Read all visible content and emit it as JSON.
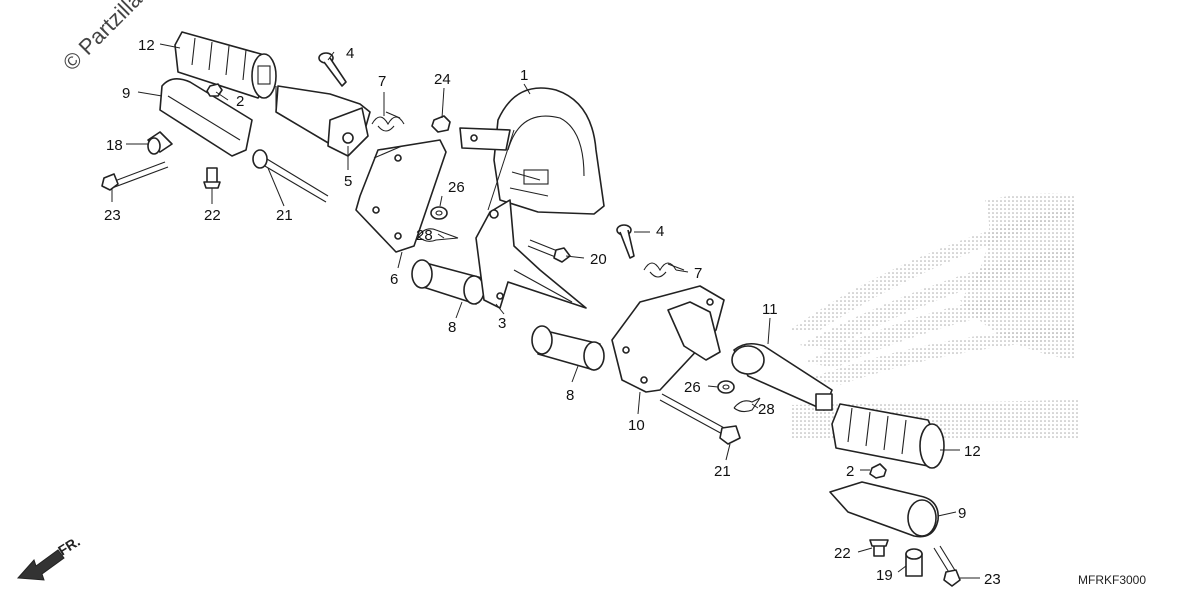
{
  "watermark": "© Partzilla",
  "diagram_code": "MFRKF3000",
  "direction_label": "FR.",
  "callouts": {
    "c12a": "12",
    "c4a": "4",
    "c9a": "9",
    "c2a": "2",
    "c7a": "7",
    "c24": "24",
    "c1": "1",
    "c18": "18",
    "c5": "5",
    "c23a": "23",
    "c22a": "22",
    "c21a": "21",
    "c26a": "26",
    "c28a": "28",
    "c6": "6",
    "c20": "20",
    "c4b": "4",
    "c7b": "7",
    "c8a": "8",
    "c3": "3",
    "c11": "11",
    "c8b": "8",
    "c10": "10",
    "c26b": "26",
    "c28b": "28",
    "c21b": "21",
    "c12b": "12",
    "c2b": "2",
    "c9b": "9",
    "c22b": "22",
    "c19": "19",
    "c23b": "23"
  },
  "colors": {
    "line": "#222222",
    "background": "#ffffff",
    "logo_dots": "#b0b0b0"
  }
}
